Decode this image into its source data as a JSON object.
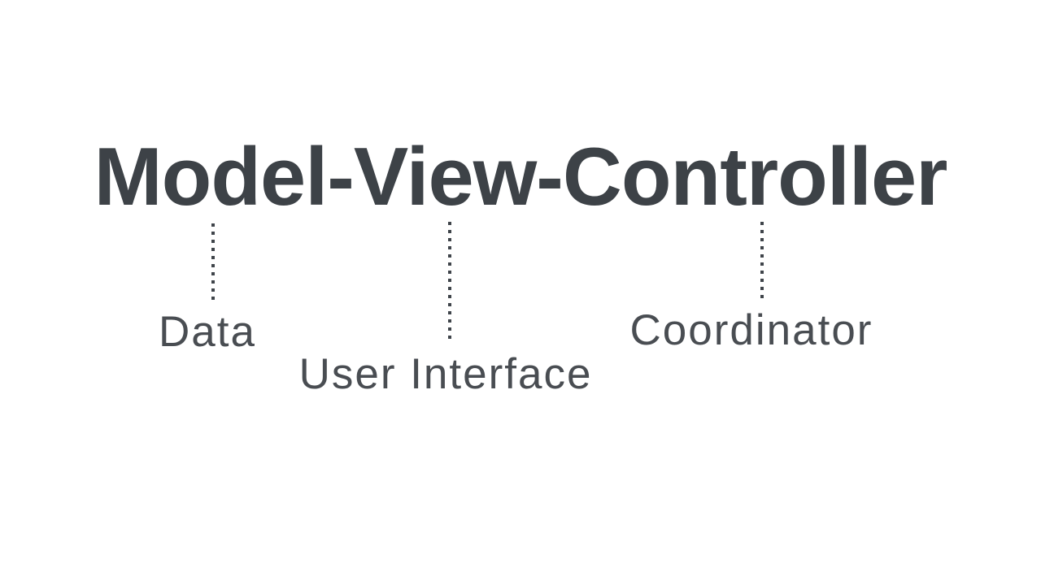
{
  "diagram": {
    "title": "Model-View-Controller",
    "annotations": [
      {
        "component": "Model",
        "meaning": "Data"
      },
      {
        "component": "View",
        "meaning": "User Interface"
      },
      {
        "component": "Controller",
        "meaning": "Coordinator"
      }
    ]
  },
  "colors": {
    "background": "#ffffff",
    "title": "#3d4247",
    "label": "#494d52",
    "line": "#3f444a"
  }
}
